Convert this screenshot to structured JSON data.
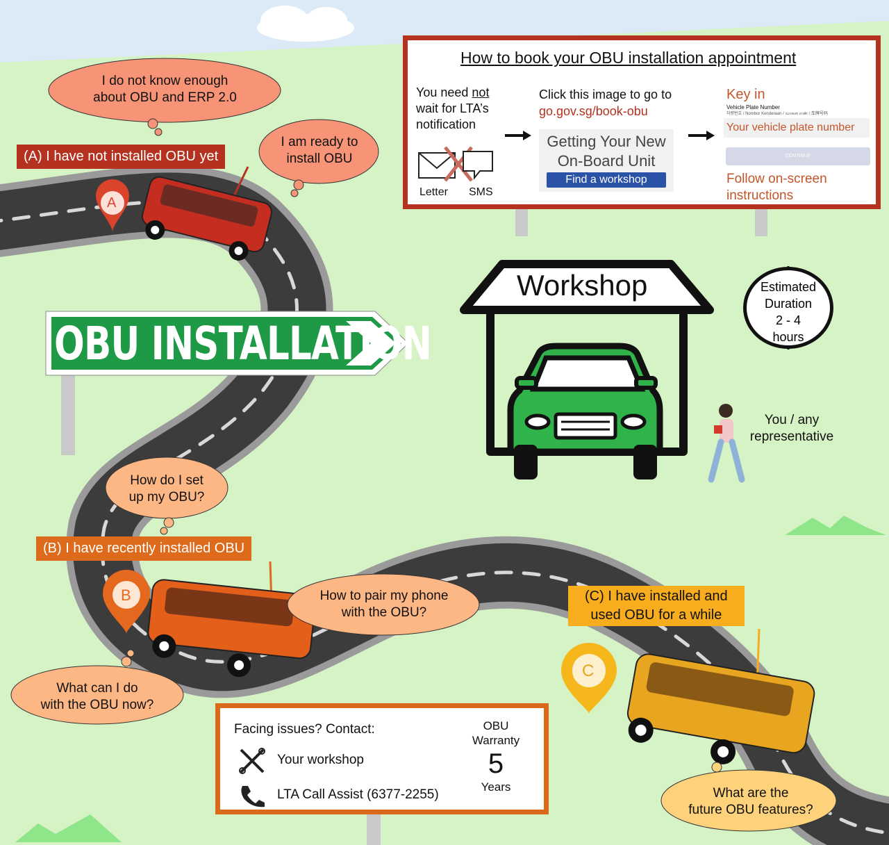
{
  "sign": {
    "title": "OBU INSTALLATION"
  },
  "banners": {
    "a": "(A) I have not installed OBU yet",
    "b": "(B) I have recently installed OBU",
    "c_line1": "(C) I have installed and",
    "c_line2": "used OBU for a while"
  },
  "pins": {
    "a": "A",
    "b": "B",
    "c": "C"
  },
  "bubbles": {
    "know_1": "I do not know enough",
    "know_2": "about OBU and ERP 2.0",
    "ready_1": "I am ready to",
    "ready_2": "install OBU",
    "setup_1": "How do I set",
    "setup_2": "up my OBU?",
    "pair_1": "How to pair my phone",
    "pair_2": "with the OBU?",
    "what_1": "What can I do",
    "what_2": "with the OBU now?",
    "future_1": "What are the",
    "future_2": "future OBU features?"
  },
  "booking": {
    "title": "How to book your OBU installation appointment",
    "need_1": "You need ",
    "need_not": "not",
    "need_2": "wait for LTA’s",
    "need_3": "notification",
    "letter": "Letter",
    "sms": "SMS",
    "click_1": "Click this image to go to",
    "link": "go.gov.sg/book-obu",
    "card_1": "Getting Your New",
    "card_2": "On-Board Unit",
    "find": "Find a workshop",
    "key_in": "Key in",
    "plate_label": "Vehicle Plate Number",
    "plate_sub": "차량번호 / Nombor Kenderaan / வாகன எண் / 车牌号码",
    "plate_placeholder": "Your vehicle plate number",
    "continue": "CONTINUE",
    "follow_1": "Follow on-screen",
    "follow_2": "instructions"
  },
  "workshop": {
    "label": "Workshop"
  },
  "duration": {
    "l1": "Estimated",
    "l2": "Duration",
    "l3": "2 - 4",
    "l4": "hours"
  },
  "person": {
    "l1": "You / any",
    "l2": "representative"
  },
  "contact": {
    "heading": "Facing issues? Contact:",
    "workshop": "Your workshop",
    "lta": "LTA Call Assist (6377-2255)"
  },
  "warranty": {
    "l1": "OBU",
    "l2": "Warranty",
    "num": "5",
    "l3": "Years"
  },
  "colors": {
    "grass": "#d6f3c6",
    "road": "#3c3c3c",
    "road_edge": "#9a9a9a",
    "red_banner": "#b4321f",
    "orange_banner": "#de6a1c",
    "yellow_banner": "#f7ad1d",
    "bubble": "#f79377",
    "bubble_light": "#fdb784",
    "sign_green": "#1e9a46",
    "car_green": "#2fb34a"
  },
  "icons": [
    "envelope-icon",
    "chat-icon",
    "tools-icon",
    "phone-icon",
    "arrow-icon",
    "car-icon",
    "person-icon"
  ]
}
